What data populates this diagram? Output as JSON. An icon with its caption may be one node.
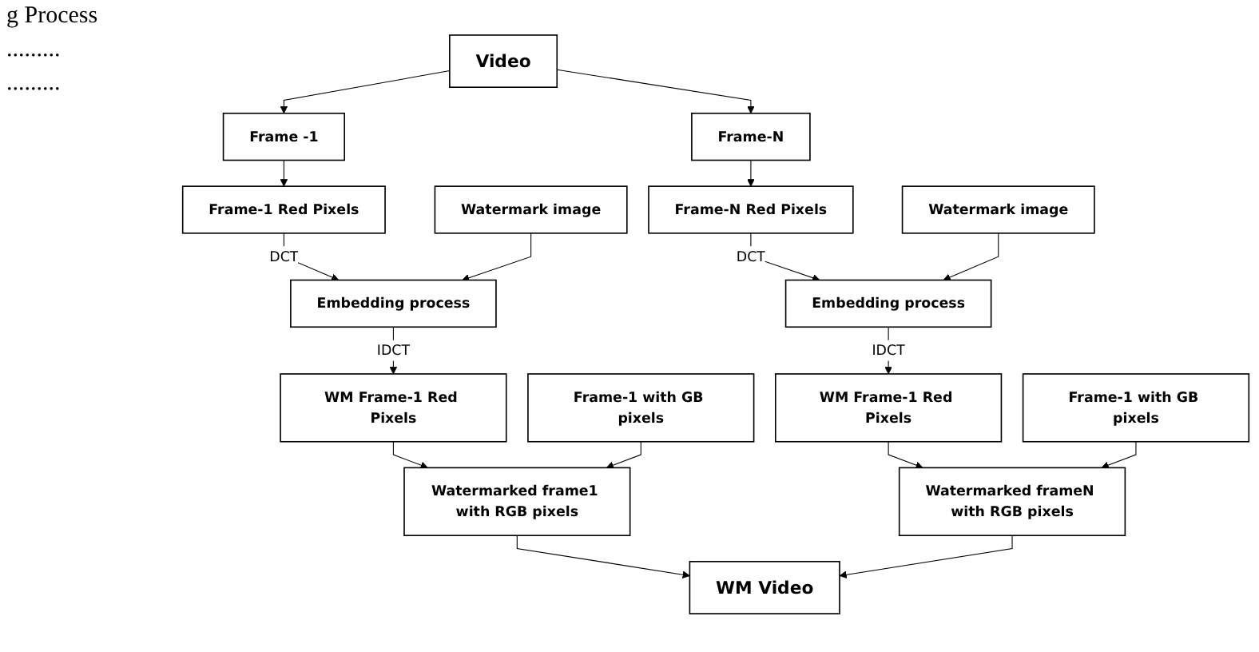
{
  "diagram": {
    "nodes": [
      {
        "text": [
          "Video"
        ]
      },
      {
        "text": [
          "Frame -1"
        ]
      },
      {
        "text": [
          "Frame-N"
        ]
      },
      {
        "text": [
          "Frame-1 Red Pixels"
        ]
      },
      {
        "text": [
          "Frame-N Red Pixels"
        ]
      },
      {
        "text": [
          "Watermark image"
        ]
      },
      {
        "text": [
          "Embedding process"
        ]
      },
      {
        "text": [
          "Embedding process"
        ]
      },
      {
        "text": [
          "Watermark image"
        ]
      },
      {
        "text": [
          "WM Frame-1 Red Pixels"
        ]
      },
      {
        "text": [
          "WM Frame-1 Red Pixels"
        ]
      },
      {
        "text": [
          "Frame-1 with GB pixels"
        ]
      },
      {
        "text": [
          "Watermarked frame1 with RGB pixels"
        ]
      },
      {
        "text": [
          "Watermarked frameN with RGB pixels"
        ]
      },
      {
        "text": [
          "Frame-1 with GB pixels"
        ]
      },
      {
        "text": [
          "WM Video"
        ]
      }
    ],
    "edges": [
      {
        "from": 0,
        "to": 1,
        "arrow": "to"
      },
      {
        "from": 0,
        "to": 2,
        "arrow": "to"
      },
      {
        "from": 1,
        "to": 3,
        "arrow": "to"
      },
      {
        "from": 2,
        "to": 4,
        "arrow": "to"
      },
      {
        "from": 3,
        "to": 6,
        "arrow": "to",
        "label": "DCT"
      },
      {
        "from": 4,
        "to": 7,
        "arrow": "to",
        "label": "DCT"
      },
      {
        "from": 5,
        "to": 6,
        "arrow": "to"
      },
      {
        "from": 8,
        "to": 7,
        "arrow": "to"
      },
      {
        "from": 6,
        "to": 9,
        "arrow": "to",
        "label": "IDCT"
      },
      {
        "from": 7,
        "to": 10,
        "arrow": "to",
        "label": "IDCT"
      },
      {
        "from": 9,
        "to": 12,
        "arrow": "to"
      },
      {
        "from": 10,
        "to": 13,
        "arrow": "to"
      },
      {
        "from": 11,
        "to": 12,
        "arrow": "to"
      },
      {
        "from": 14,
        "to": 13,
        "arrow": "to"
      },
      {
        "from": 12,
        "to": 15,
        "arrow": "to"
      },
      {
        "from": 13,
        "to": 15,
        "arrow": "to"
      }
    ],
    "labels": [
      "g Process",
      ".........",
      "........."
    ]
  }
}
